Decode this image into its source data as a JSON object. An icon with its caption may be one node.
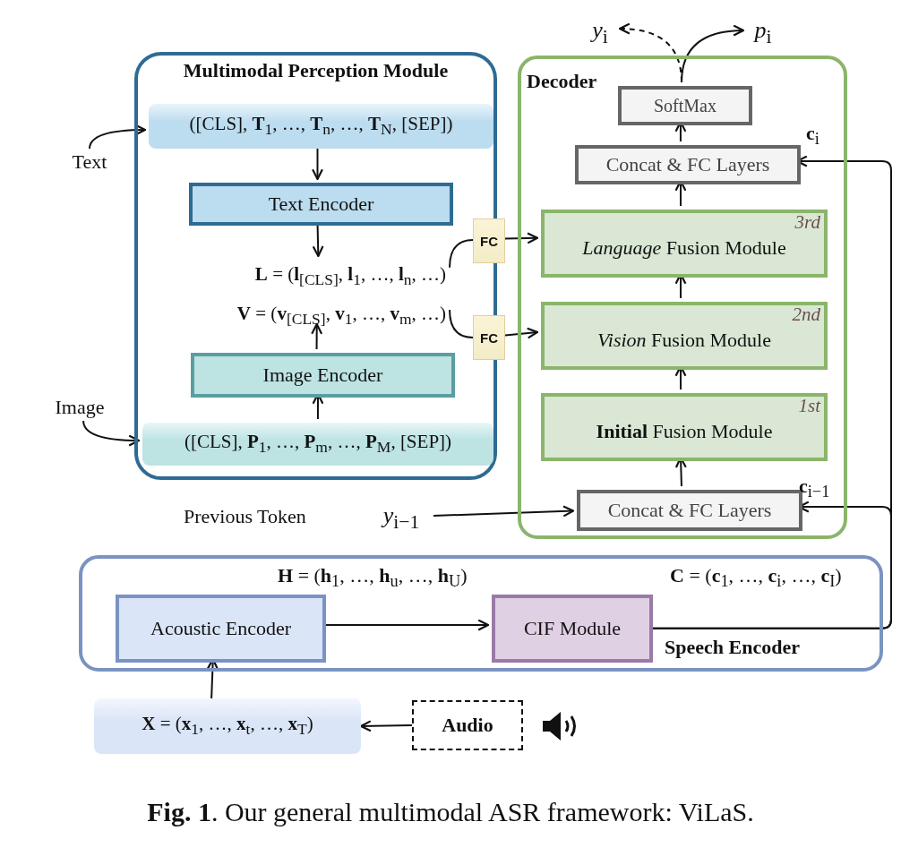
{
  "diagram": {
    "caption": "**Fig. 1**. Our general multimodal ASR framework: ViLaS.",
    "nodes": [
      {
        "text": [
          "Multimodal Perception Module"
        ]
      },
      {
        "text": [
          "([CLS], **T**$_{1}$, …, **T**$_{n}$, …, **T**$_{N}$, [SEP])"
        ],
        "in": 0
      },
      {
        "text": [
          "Text Encoder"
        ],
        "in": 0
      },
      {
        "text": [
          "**L** = (**l**$_{[CLS]}$, **l**$_{1}$, …, **l**$_{n}$, …)"
        ],
        "in": 0
      },
      {
        "text": [
          "**V** = (**v**$_{[CLS]}$, **v**$_{1}$, …, **v**$_{m}$, …)"
        ],
        "in": 0
      },
      {
        "text": [
          "Image Encoder"
        ],
        "in": 0
      },
      {
        "text": [
          "([CLS], **P**$_{1}$, …, **P**$_{m}$, …, **P**$_{M}$, [SEP])"
        ],
        "in": 0
      },
      {
        "text": [
          "Text"
        ]
      },
      {
        "text": [
          "Image"
        ]
      },
      {
        "text": [
          "FC"
        ]
      },
      {
        "text": [
          "FC"
        ]
      },
      {
        "text": [
          "Decoder"
        ]
      },
      {
        "text": [
          "SoftMax"
        ],
        "in": 11
      },
      {
        "text": [
          "Concat & FC Layers"
        ],
        "in": 11,
        "beside": [
          "**c**$_{i}$"
        ]
      },
      {
        "text": [
          "3rd",
          "*Language* Fusion Module"
        ],
        "in": 11
      },
      {
        "text": [
          "2nd",
          "*Vision* Fusion Module"
        ],
        "in": 11
      },
      {
        "text": [
          "1st",
          "**Initial** Fusion Module"
        ],
        "in": 11
      },
      {
        "text": [
          "Concat & FC Layers"
        ],
        "in": 11,
        "beside": [
          "**c**$_{i−1}$"
        ]
      },
      {
        "text": [
          "*y*$_{i}$"
        ]
      },
      {
        "text": [
          "*p*$_{i}$"
        ]
      },
      {
        "text": [
          "*y*$_{i−1}$"
        ],
        "beside": [
          "Previous Token"
        ]
      },
      {
        "text": [
          "Speech Encoder"
        ]
      },
      {
        "text": [
          "Acoustic Encoder"
        ],
        "in": 21
      },
      {
        "text": [
          "CIF Module"
        ],
        "in": 21,
        "beside": [
          "**C** = (**c**$_{1}$, …, **c**$_{i}$, …, **c**$_{I}$)"
        ]
      },
      {
        "text": [
          "**X** = (**x**$_{1}$, …, **x**$_{t}$, …, **x**$_{T}$)"
        ]
      },
      {
        "text": [
          "Audio"
        ]
      }
    ],
    "edges": [
      {
        "from": 7,
        "to": 1,
        "arrow": "to"
      },
      {
        "from": 1,
        "to": 2,
        "arrow": "to"
      },
      {
        "from": 2,
        "to": 3,
        "arrow": "to"
      },
      {
        "from": 5,
        "to": 4,
        "arrow": "to"
      },
      {
        "from": 6,
        "to": 5,
        "arrow": "to"
      },
      {
        "from": 8,
        "to": 6,
        "arrow": "to"
      },
      {
        "from": 3,
        "to": 9,
        "arrow": "none"
      },
      {
        "from": 4,
        "to": 10,
        "arrow": "none"
      },
      {
        "from": 9,
        "to": 14,
        "arrow": "to"
      },
      {
        "from": 10,
        "to": 15,
        "arrow": "to"
      },
      {
        "from": 16,
        "to": 15,
        "arrow": "to"
      },
      {
        "from": 15,
        "to": 14,
        "arrow": "to"
      },
      {
        "from": 14,
        "to": 13,
        "arrow": "to"
      },
      {
        "from": 13,
        "to": 12,
        "arrow": "to"
      },
      {
        "from": 12,
        "to": 18,
        "arrow": "to",
        "style": "dashed"
      },
      {
        "from": 12,
        "to": 19,
        "arrow": "to"
      },
      {
        "from": 17,
        "to": 16,
        "arrow": "to"
      },
      {
        "from": 20,
        "to": 17,
        "arrow": "to"
      },
      {
        "from": 22,
        "to": 23,
        "arrow": "to",
        "label": "**H** = (**h**$_{1}$, …, **h**$_{u}$, …, **h**$_{U}$)"
      },
      {
        "from": 23,
        "to": 13,
        "arrow": "to"
      },
      {
        "from": 23,
        "to": 17,
        "arrow": "to"
      },
      {
        "from": 24,
        "to": 22,
        "arrow": "to"
      },
      {
        "from": 25,
        "to": 24,
        "arrow": "to"
      }
    ]
  }
}
